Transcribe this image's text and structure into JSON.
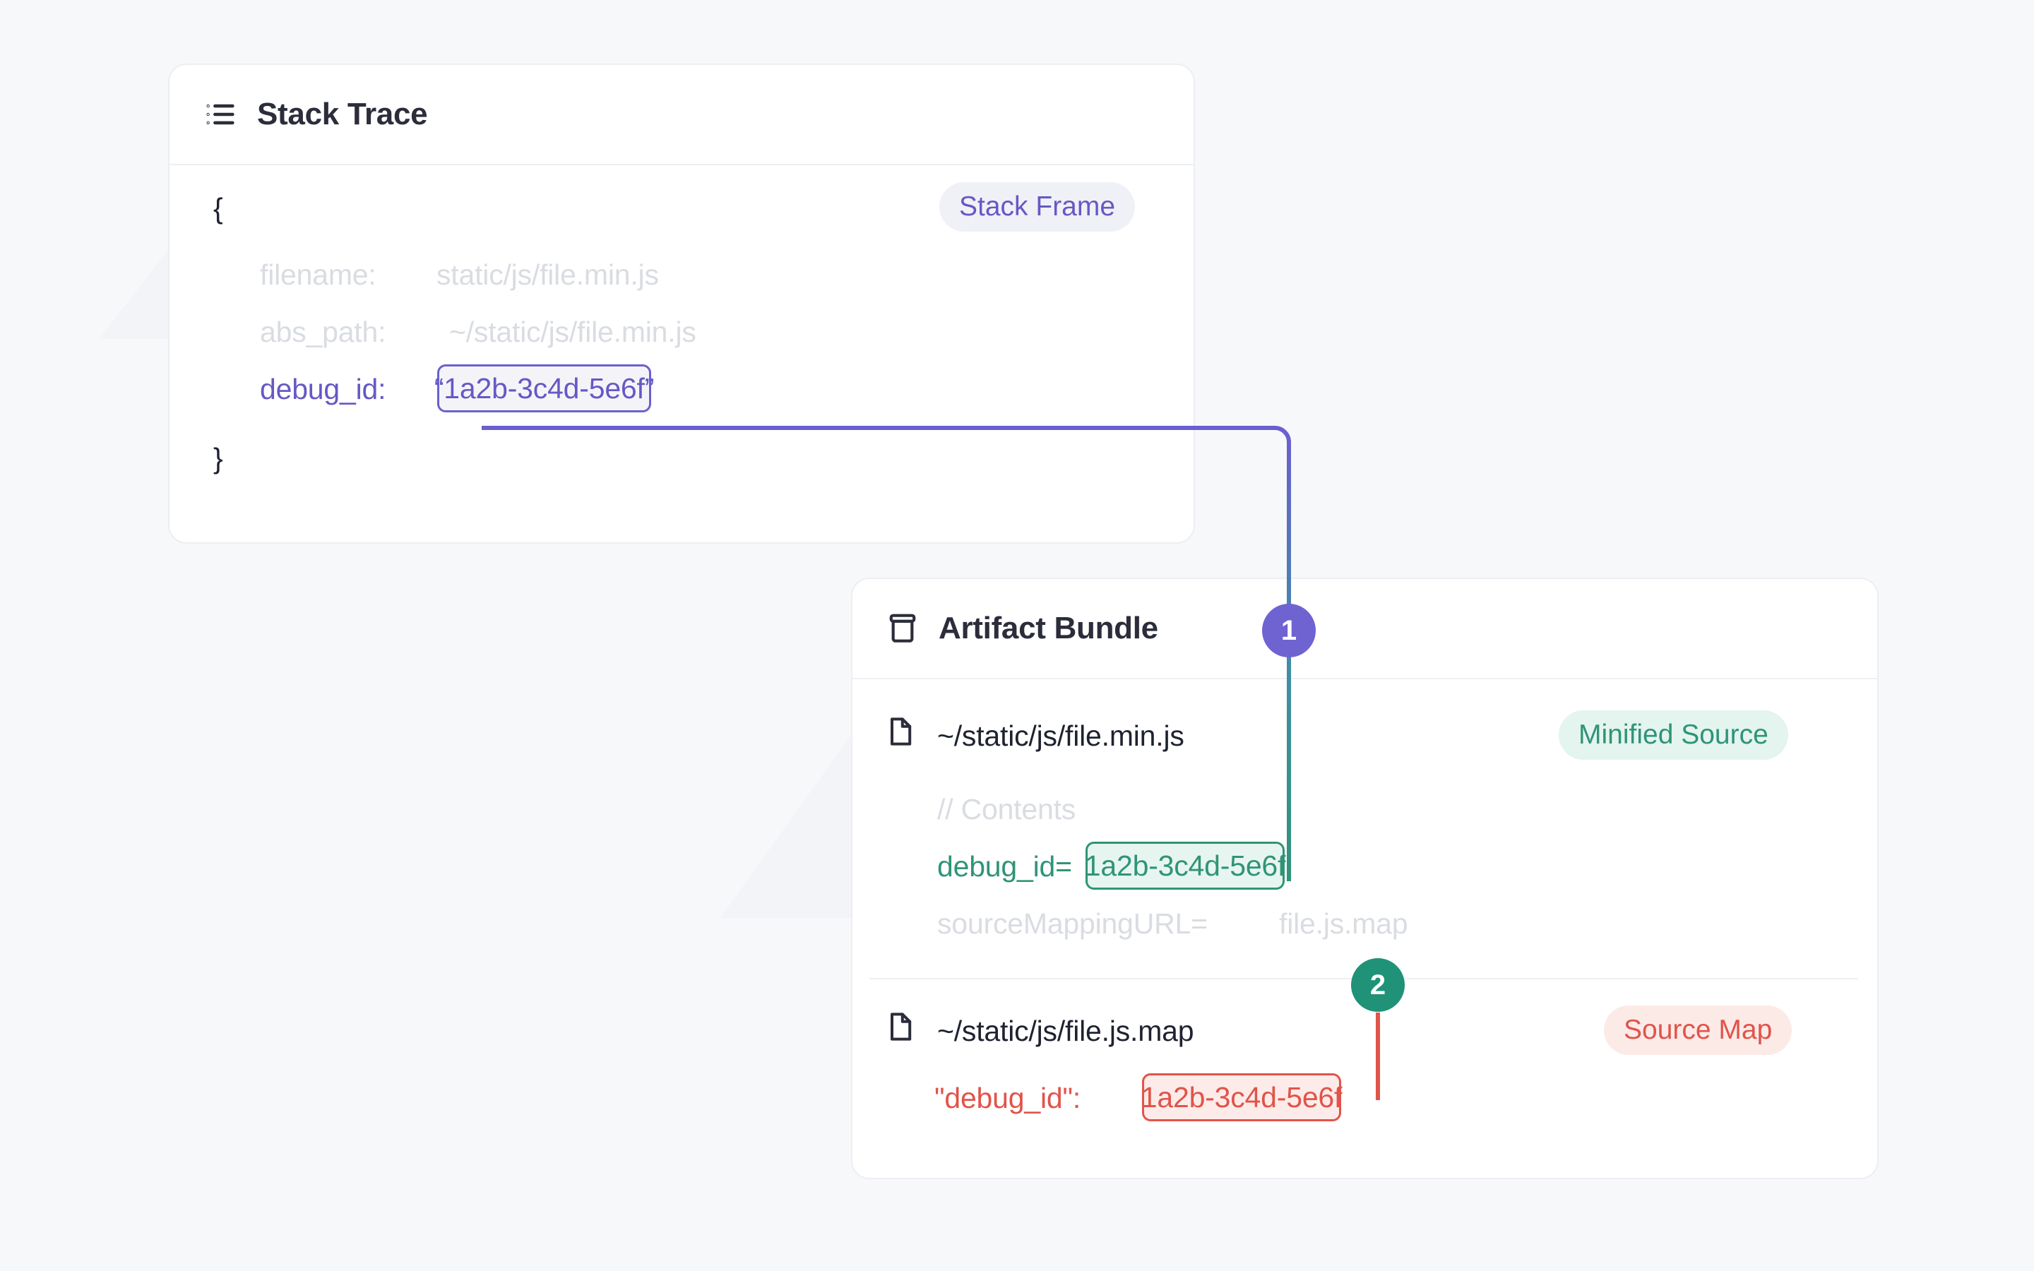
{
  "colors": {
    "background": "#F7F8FA",
    "card_surface": "#FFFFFF",
    "card_border": "#EDEEF1",
    "purple": "#6559C4",
    "purple_badge": "#6F63D2",
    "teal": "#2F9478",
    "teal_badge": "#1F9277",
    "red": "#E0544A",
    "muted_text": "#D9DCE1",
    "dark_text": "#1F2230"
  },
  "stack_trace_card": {
    "title": "Stack Trace",
    "icon": "list-icon",
    "badge": {
      "label": "Stack Frame",
      "color": "#6559C4"
    },
    "brace_open": "{",
    "brace_close": "}",
    "fields": [
      {
        "key": "filename:",
        "value": "static/js/file.min.js",
        "muted": true
      },
      {
        "key": "abs_path:",
        "value": "~/static/js/file.min.js",
        "muted": true
      }
    ],
    "debug_id": {
      "key": "debug_id:",
      "value": "“1a2b-3c4d-5e6f”",
      "color": "#6559C4"
    }
  },
  "artifact_bundle_card": {
    "title": "Artifact Bundle",
    "icon": "archive-box-icon",
    "files": [
      {
        "icon": "file-icon",
        "name": "~/static/js/file.min.js",
        "badge": {
          "label": "Minified Source",
          "color": "#2F9478"
        },
        "lines": [
          {
            "text": "// Contents",
            "muted": true
          },
          {
            "key": "debug_id=",
            "value": "1a2b-3c4d-5e6f",
            "color": "#2F9478"
          },
          {
            "key": "sourceMappingURL=",
            "value": "file.js.map",
            "muted": true
          }
        ]
      },
      {
        "icon": "file-icon",
        "name": "~/static/js/file.js.map",
        "badge": {
          "label": "Source Map",
          "color": "#E0544A"
        },
        "lines": [
          {
            "key": "\"debug_id\":",
            "value": "1a2b-3c4d-5e6f",
            "color": "#E0544A"
          }
        ]
      }
    ]
  },
  "steps": [
    {
      "number": "1",
      "color": "#6F63D2"
    },
    {
      "number": "2",
      "color": "#1F9277"
    }
  ]
}
